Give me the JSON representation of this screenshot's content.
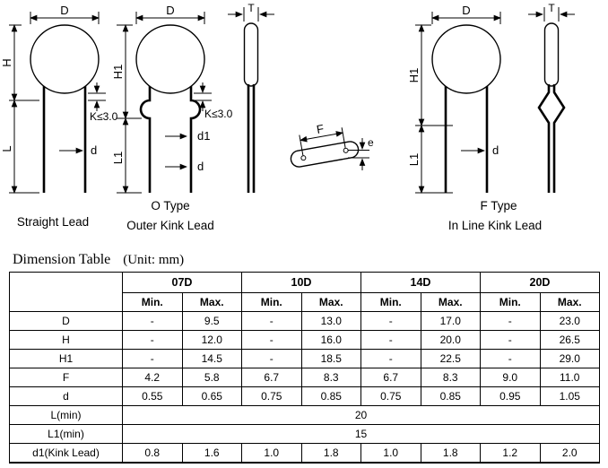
{
  "heading": {
    "title": "Dimension Table",
    "unit": "(Unit: mm)"
  },
  "drawings": {
    "labels": {
      "D": "D",
      "H": "H",
      "H1": "H1",
      "L": "L",
      "L1": "L1",
      "d": "d",
      "d1": "d1",
      "K": "K≤3.0",
      "T": "T",
      "F": "F",
      "e": "e"
    },
    "captions": {
      "straight_lead": "Straight Lead",
      "o_type": "O Type",
      "o_type_sub": "Outer Kink Lead",
      "f_type": "F Type",
      "f_type_sub": "In Line Kink Lead"
    }
  },
  "table": {
    "groups": [
      "07D",
      "10D",
      "14D",
      "20D"
    ],
    "subheader": {
      "min": "Min.",
      "max": "Max."
    },
    "rows": [
      {
        "label": "D",
        "values": [
          "-",
          "9.5",
          "-",
          "13.0",
          "-",
          "17.0",
          "-",
          "23.0"
        ]
      },
      {
        "label": "H",
        "values": [
          "-",
          "12.0",
          "-",
          "16.0",
          "-",
          "20.0",
          "-",
          "26.5"
        ]
      },
      {
        "label": "H1",
        "values": [
          "-",
          "14.5",
          "-",
          "18.5",
          "-",
          "22.5",
          "-",
          "29.0"
        ]
      },
      {
        "label": "F",
        "values": [
          "4.2",
          "5.8",
          "6.7",
          "8.3",
          "6.7",
          "8.3",
          "9.0",
          "11.0"
        ]
      },
      {
        "label": "d",
        "values": [
          "0.55",
          "0.65",
          "0.75",
          "0.85",
          "0.75",
          "0.85",
          "0.95",
          "1.05"
        ]
      },
      {
        "label": "L(min)",
        "span_value": "20"
      },
      {
        "label": "L1(min)",
        "span_value": "15"
      },
      {
        "label": "d1(Kink Lead)",
        "values": [
          "0.8",
          "1.6",
          "1.0",
          "1.8",
          "1.0",
          "1.8",
          "1.2",
          "2.0"
        ]
      }
    ]
  }
}
